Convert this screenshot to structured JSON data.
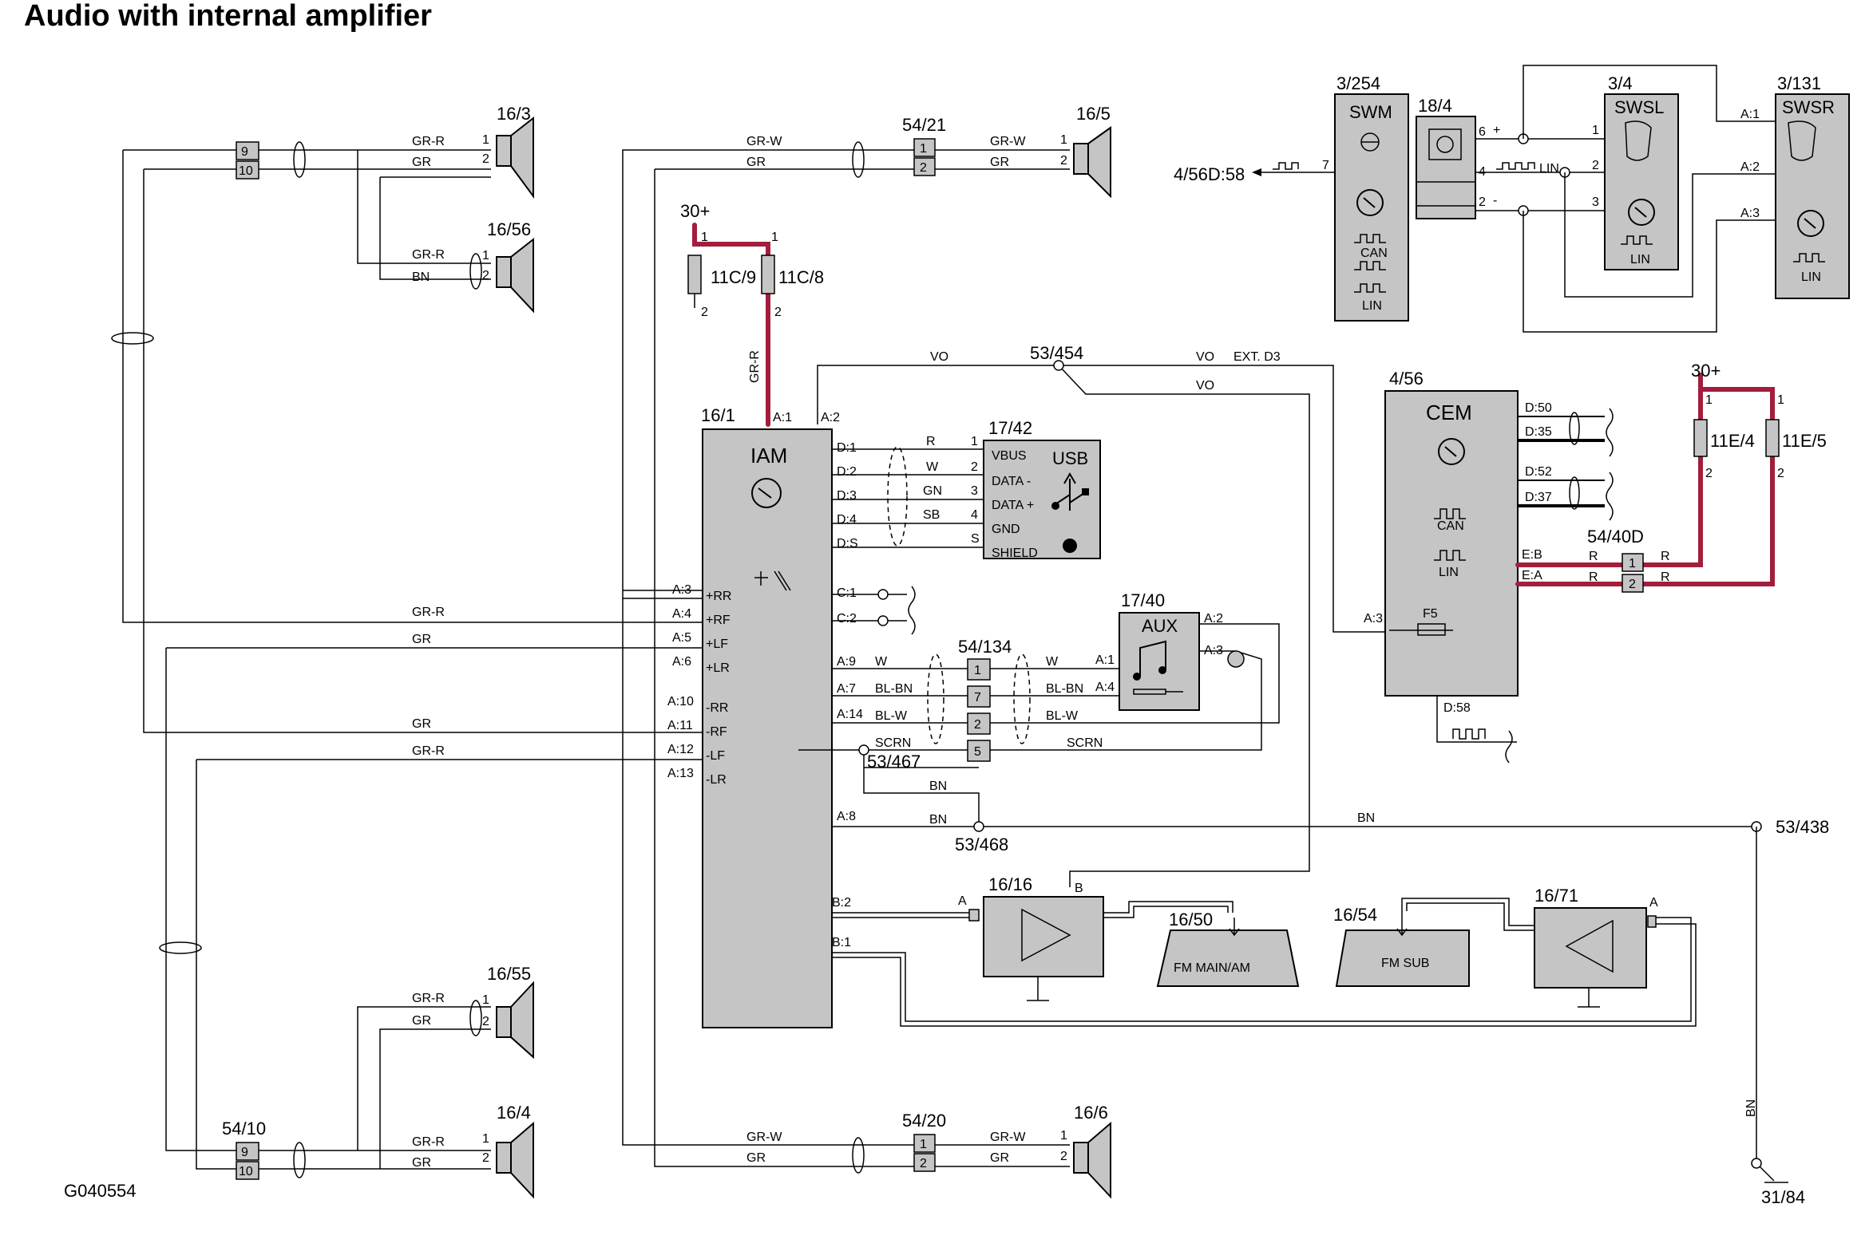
{
  "title": "Audio with internal amplifier",
  "drawing_id": "G040554",
  "components": {
    "iam": {
      "ref": "16/1",
      "name": "IAM"
    },
    "usb": {
      "ref": "17/42",
      "name": "USB",
      "pins": [
        "VBUS",
        "DATA -",
        "DATA +",
        "GND",
        "SHIELD"
      ],
      "pin_nums": [
        "1",
        "2",
        "3",
        "4",
        "S"
      ]
    },
    "aux": {
      "ref": "17/40",
      "name": "AUX"
    },
    "cem": {
      "ref": "4/56",
      "name": "CEM",
      "can": "CAN",
      "lin": "LIN",
      "fuse": "F5"
    },
    "swm": {
      "ref": "3/254",
      "name": "SWM",
      "can": "CAN",
      "lin": "LIN"
    },
    "sw18": {
      "ref": "18/4"
    },
    "swsl": {
      "ref": "3/4",
      "name": "SWSL",
      "lin": "LIN"
    },
    "swsr": {
      "ref": "3/131",
      "name": "SWSR",
      "lin": "LIN"
    },
    "amp1": {
      "ref": "16/16"
    },
    "amp2": {
      "ref": "16/71"
    },
    "fm_main": {
      "ref": "16/50",
      "name": "FM MAIN/AM"
    },
    "fm_sub": {
      "ref": "16/54",
      "name": "FM SUB"
    }
  },
  "speakers": {
    "s16_3": "16/3",
    "s16_56": "16/56",
    "s16_5": "16/5",
    "s16_55": "16/55",
    "s16_4": "16/4",
    "s16_6": "16/6"
  },
  "connectors": {
    "c54_21": "54/21",
    "c54_20": "54/20",
    "c54_10": "54/10",
    "c54_134": "54/134",
    "c54_40d": "54/40D"
  },
  "fuses": {
    "f11c9": "11C/9",
    "f11c8": "11C/8",
    "f11e4": "11E/4",
    "f11e5": "11E/5"
  },
  "splices": {
    "s53_454": "53/454",
    "s53_467": "53/467",
    "s53_468": "53/468",
    "s53_438": "53/438"
  },
  "supply": "30+",
  "ground": "31/84",
  "cem_ref_out": "4/56D:58",
  "wire_labels": {
    "gr_r": "GR-R",
    "gr": "GR",
    "gr_w": "GR-W",
    "bn": "BN",
    "vo": "VO",
    "ext_d3": "EXT. D3",
    "r": "R",
    "w": "W",
    "gn": "GN",
    "sb": "SB",
    "bl_bn": "BL-BN",
    "bl_w": "BL-W",
    "scrn": "SCRN",
    "lin": "LIN"
  },
  "iam_pins": {
    "a1": "A:1",
    "a2": "A:2",
    "d1": "D:1",
    "d2": "D:2",
    "d3": "D:3",
    "d4": "D:4",
    "ds": "D:S",
    "c1": "C:1",
    "c2": "C:2",
    "a9": "A:9",
    "a7": "A:7",
    "a14": "A:14",
    "a8": "A:8",
    "b2": "B:2",
    "b1": "B:1",
    "a3": "A:3",
    "a4": "A:4",
    "a5": "A:5",
    "a6": "A:6",
    "a10": "A:10",
    "a11": "A:11",
    "a12": "A:12",
    "a13": "A:13"
  },
  "iam_signals": {
    "rr_p": "+RR",
    "rf_p": "+RF",
    "lf_p": "+LF",
    "lr_p": "+LR",
    "rr_m": "-RR",
    "rf_m": "-RF",
    "lf_m": "-LF",
    "lr_m": "-LR"
  },
  "aux_pins": {
    "a1": "A:1",
    "a4": "A:4",
    "a2": "A:2",
    "a3": "A:3"
  },
  "cem_pins": {
    "d50": "D:50",
    "d35": "D:35",
    "d52": "D:52",
    "d37": "D:37",
    "eb": "E:B",
    "ea": "E:A",
    "a3": "A:3",
    "d58": "D:58"
  },
  "sw_pins": {
    "a1": "A:1",
    "a2": "A:2",
    "a3": "A:3"
  },
  "pin_nums": {
    "p1": "1",
    "p2": "2",
    "p3": "3",
    "p4": "4",
    "p5": "5",
    "p6": "6",
    "p7": "7",
    "p9": "9",
    "p10": "10",
    "plus": "+",
    "minus": "-",
    "a": "A",
    "b": "B"
  }
}
